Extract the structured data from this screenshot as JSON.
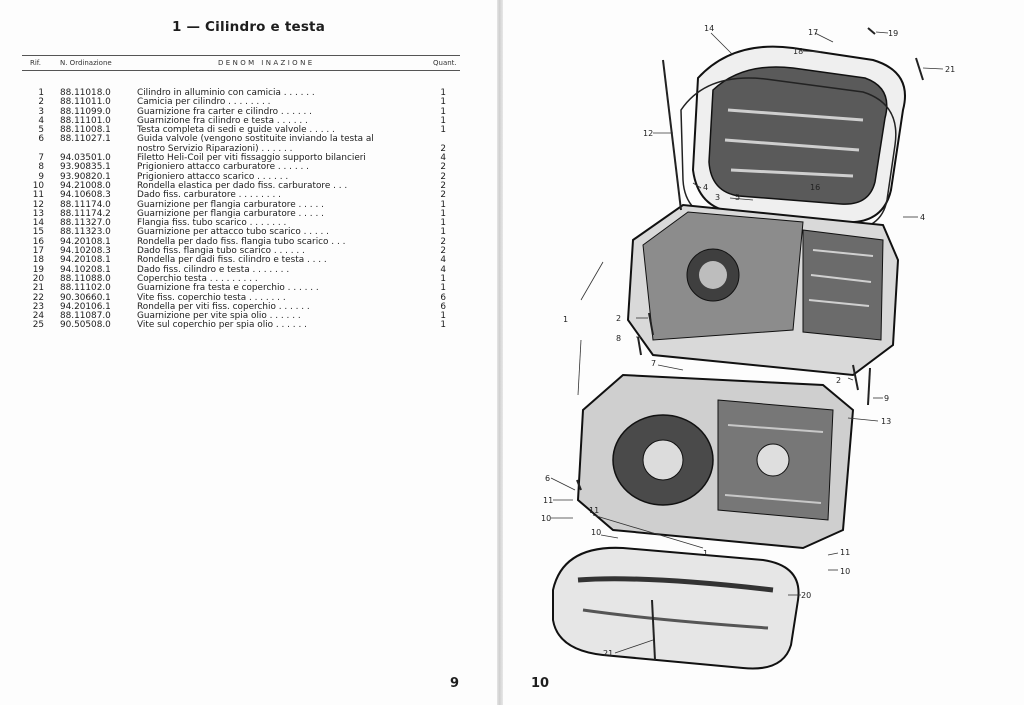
{
  "left_page": {
    "title": "1 — Cilindro e testa",
    "headers": {
      "rif": "Rif.",
      "ordinazione": "N. Ordinazione",
      "denominazione": "DENOM INAZIONE",
      "quantita": "Quant."
    },
    "rows": [
      {
        "num": "1",
        "code": "88.11018.0",
        "desc": "Cilindro in alluminio con camicia . . . . . .",
        "qty": "1"
      },
      {
        "num": "2",
        "code": "88.11011.0",
        "desc": "Camicia per cilindro . . . . . . . .",
        "qty": "1"
      },
      {
        "num": "3",
        "code": "88.11099.0",
        "desc": "Guarnizione fra carter e cilindro . . . . . .",
        "qty": "1"
      },
      {
        "num": "4",
        "code": "88.11101.0",
        "desc": "Guarnizione fra cilindro e testa . . . . . .",
        "qty": "1"
      },
      {
        "num": "5",
        "code": "88.11008.1",
        "desc": "Testa completa di sedi e guide valvole . . . . .",
        "qty": "1"
      },
      {
        "num": "6",
        "code": "88.11027.1",
        "desc": "Guida valvole (vengono sostituite inviando la testa al\nnostro Servizio Riparazioni) . . . . . .",
        "qty": "2"
      },
      {
        "num": "7",
        "code": "94.03501.0",
        "desc": "Filetto Heli-Coil per viti fissaggio supporto bilancieri",
        "qty": "4"
      },
      {
        "num": "8",
        "code": "93.90835.1",
        "desc": "Prigioniero attacco carburatore . . . . . .",
        "qty": "2"
      },
      {
        "num": "9",
        "code": "93.90820.1",
        "desc": "Prigioniero attacco scarico . . . . . .",
        "qty": "2"
      },
      {
        "num": "10",
        "code": "94.21008.0",
        "desc": "Rondella elastica per dado fiss. carburatore . . .",
        "qty": "2"
      },
      {
        "num": "11",
        "code": "94.10608.3",
        "desc": "Dado fiss. carburatore . . . . . . . .",
        "qty": "2"
      },
      {
        "num": "12",
        "code": "88.11174.0",
        "desc": "Guarnizione per flangia carburatore . . . . .",
        "qty": "1"
      },
      {
        "num": "13",
        "code": "88.11174.2",
        "desc": "Guarnizione per flangia carburatore . . . . .",
        "qty": "1"
      },
      {
        "num": "14",
        "code": "88.11327.0",
        "desc": "Flangia fiss. tubo scarico . . . . . . .",
        "qty": "1"
      },
      {
        "num": "15",
        "code": "88.11323.0",
        "desc": "Guarnizione per attacco tubo scarico . . . . .",
        "qty": "1"
      },
      {
        "num": "16",
        "code": "94.20108.1",
        "desc": "Rondella per dado fiss. flangia tubo scarico . . .",
        "qty": "2"
      },
      {
        "num": "17",
        "code": "94.10208.3",
        "desc": "Dado fiss. flangia tubo scarico . . . . . .",
        "qty": "2"
      },
      {
        "num": "18",
        "code": "94.20108.1",
        "desc": "Rondella per dadi fiss. cilindro e testa . . . .",
        "qty": "4"
      },
      {
        "num": "19",
        "code": "94.10208.1",
        "desc": "Dado fiss. cilindro e testa . . . . . . .",
        "qty": "4"
      },
      {
        "num": "20",
        "code": "88.11088.0",
        "desc": "Coperchio testa . . . . . . . . .",
        "qty": "1"
      },
      {
        "num": "21",
        "code": "88.11102.0",
        "desc": "Guarnizione fra testa e coperchio . . . . . .",
        "qty": "1"
      },
      {
        "num": "22",
        "code": "90.30660.1",
        "desc": "Vite fiss. coperchio testa . . . . . . .",
        "qty": "6"
      },
      {
        "num": "23",
        "code": "94.20106.1",
        "desc": "Rondella per viti fiss. coperchio . . . . . .",
        "qty": "6"
      },
      {
        "num": "24",
        "code": "88.11087.0",
        "desc": "Guarnizione per vite spia olio . . . . . .",
        "qty": "1"
      },
      {
        "num": "25",
        "code": "90.50508.0",
        "desc": "Vite sul coperchio per spia olio . . . . . .",
        "qty": "1"
      }
    ],
    "page_number": "9"
  },
  "right_page": {
    "page_number": "10",
    "callouts": [
      "14",
      "17",
      "19",
      "18",
      "21",
      "12",
      "4",
      "5",
      "3",
      "16",
      "4",
      "1",
      "2",
      "8",
      "7",
      "2",
      "9",
      "13",
      "6",
      "11",
      "10",
      "11",
      "10",
      "1",
      "11",
      "10",
      "20",
      "21"
    ]
  }
}
